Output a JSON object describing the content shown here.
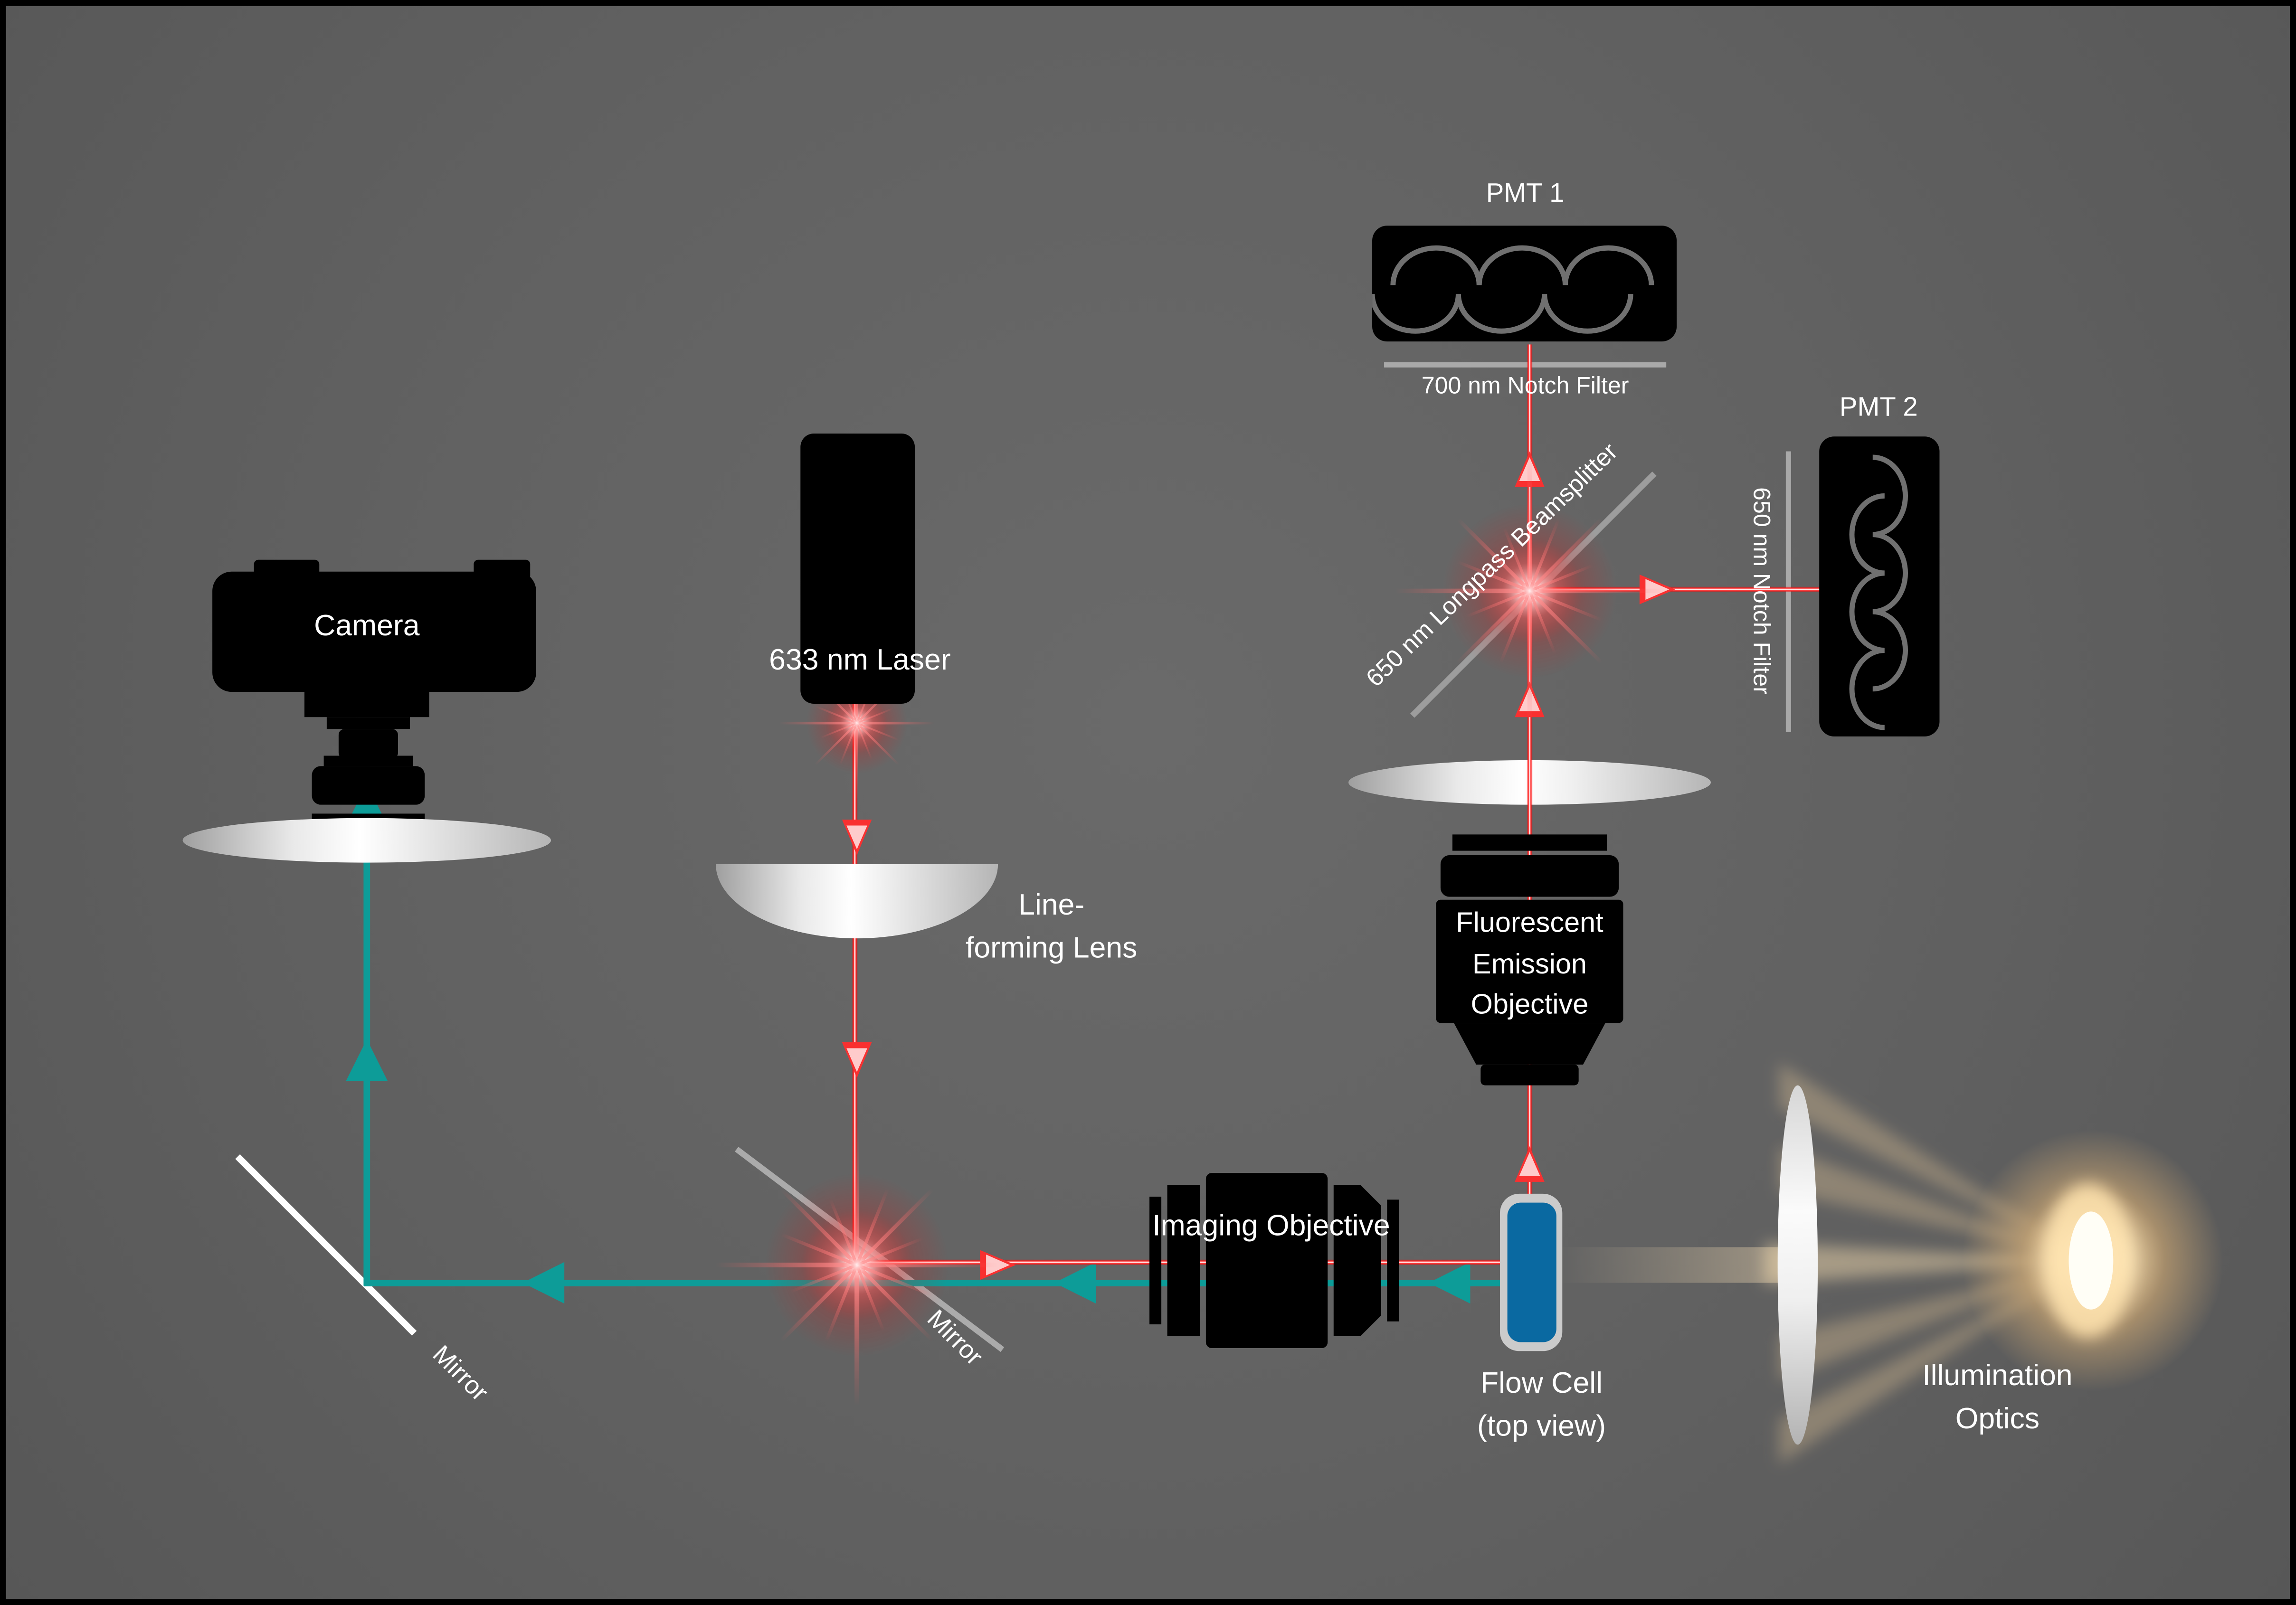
{
  "diagram_title": "Fluorescence imaging flow-cytometry optical path",
  "colors": {
    "background": "#626262",
    "laser_beam_red": "#ff0000",
    "imaging_beam_teal": "#0d9c98",
    "flow_cell_blue": "#0a69a1",
    "component_black": "#000000",
    "filter_gray": "#a9a9a9",
    "label_white": "#ffffff",
    "illumination_warm": "#ffd98f"
  },
  "components": {
    "pmt1": {
      "label": "PMT 1",
      "filter_label": "700 nm Notch Filter"
    },
    "pmt2": {
      "label": "PMT 2",
      "filter_label": "650 nm Notch Filter"
    },
    "beamsplitter": {
      "label": "650 nm Longpass Beamsplitter"
    },
    "laser": {
      "label": "633 nm Laser"
    },
    "line_forming_lens": {
      "label_line1": "Line-",
      "label_line2": "forming Lens"
    },
    "camera": {
      "label": "Camera"
    },
    "mirror_left": {
      "label": "Mirror"
    },
    "mirror_center": {
      "label": "Mirror"
    },
    "imaging_objective": {
      "label": "Imaging Objective"
    },
    "fluorescent_emission_objective": {
      "label_line1": "Fluorescent",
      "label_line2": "Emission",
      "label_line3": "Objective"
    },
    "flow_cell": {
      "label_line1": "Flow Cell",
      "label_line2": "(top view)"
    },
    "illumination_optics": {
      "label_line1": "Illumination",
      "label_line2": "Optics"
    }
  }
}
